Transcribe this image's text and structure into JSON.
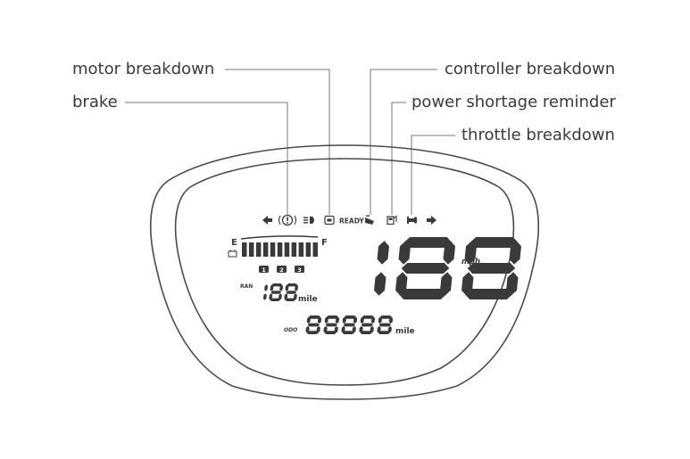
{
  "callouts": {
    "motor_breakdown": "motor breakdown",
    "brake": "brake",
    "controller_breakdown": "controller breakdown",
    "power_shortage_reminder": "power shortage reminder",
    "throttle_breakdown": "throttle breakdown"
  },
  "display": {
    "ready": "READY",
    "fuel_empty": "E",
    "fuel_full": "F",
    "battery_segments": 11,
    "gears": [
      "1",
      "2",
      "3"
    ],
    "speed": "188",
    "speed_unit": "mph",
    "range_label": "RAN",
    "range_value": "188",
    "range_unit": "mile",
    "odo_label": "ODO",
    "odo_value": "88888",
    "odo_unit": "mile"
  },
  "colors": {
    "outline": "#4a4a4a",
    "lcd": "#3a3a3a",
    "text": "#3a3a3a",
    "leader": "#777777"
  }
}
